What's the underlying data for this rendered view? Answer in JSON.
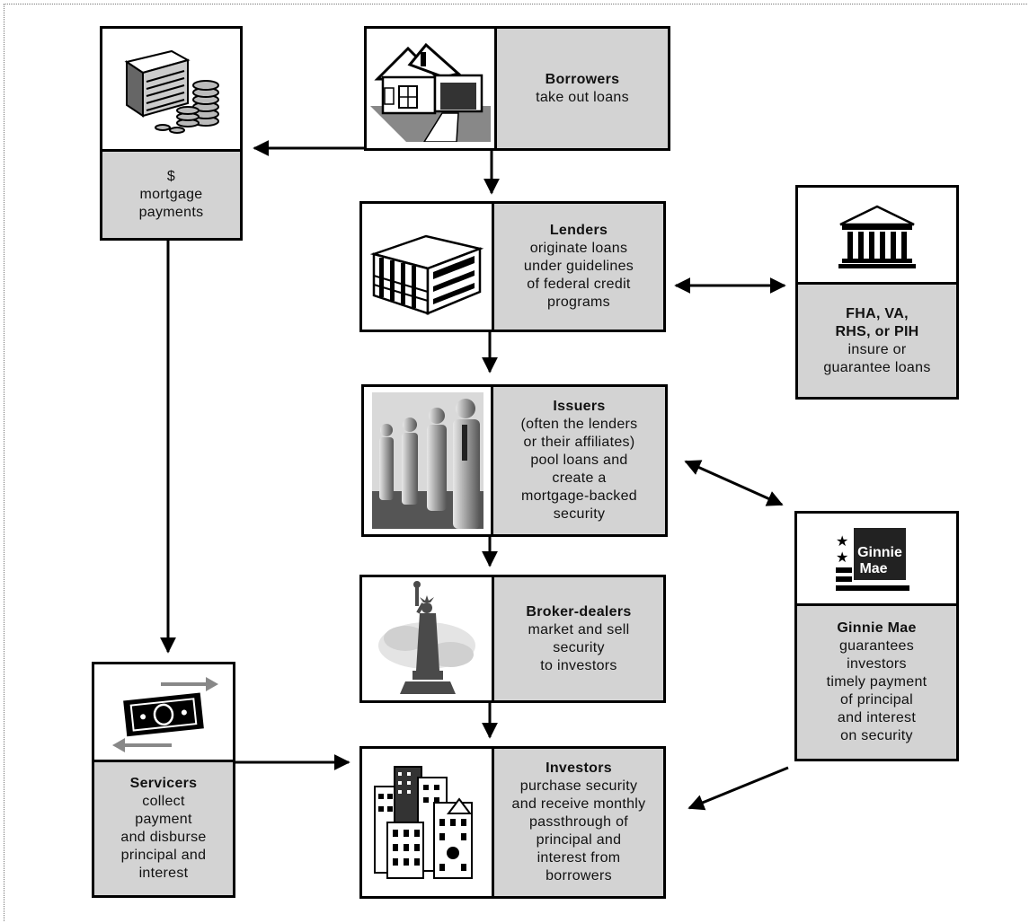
{
  "boxes": {
    "payments": {
      "lines": [
        "$",
        "mortgage",
        "payments"
      ]
    },
    "borrowers": {
      "title": "Borrowers",
      "lines": [
        "take out loans"
      ]
    },
    "lenders": {
      "title": "Lenders",
      "lines": [
        "originate loans",
        "under guidelines",
        "of federal credit",
        "programs"
      ]
    },
    "agencies": {
      "title_lines": [
        "FHA, VA,",
        "RHS, or PIH"
      ],
      "lines": [
        "insure or",
        "guarantee loans"
      ]
    },
    "issuers": {
      "title": "Issuers",
      "lines": [
        "(often the lenders",
        "or their affiliates)",
        "pool loans and",
        "create a",
        "mortgage-backed",
        "security"
      ]
    },
    "ginnie": {
      "logo_text": [
        "Ginnie",
        "Mae"
      ],
      "title": "Ginnie Mae",
      "lines": [
        "guarantees",
        "investors",
        "timely payment",
        "of principal",
        "and interest",
        "on security"
      ]
    },
    "brokers": {
      "title": "Broker-dealers",
      "lines": [
        "market and sell",
        "security",
        "to investors"
      ]
    },
    "servicers": {
      "title": "Servicers",
      "lines": [
        "collect",
        "payment",
        "and disburse",
        "principal and",
        "interest"
      ]
    },
    "investors": {
      "title": "Investors",
      "lines": [
        "purchase security",
        "and receive monthly",
        "passthrough of",
        "principal and",
        "interest from",
        "borrowers"
      ]
    }
  },
  "icons": {
    "payments": "money-stack-icon",
    "borrowers": "house-icon",
    "lenders": "office-building-icon",
    "agencies": "government-building-icon",
    "issuers": "business-people-icon",
    "ginnie": "ginnie-mae-logo",
    "brokers": "statue-of-liberty-icon",
    "servicers": "banknote-icon",
    "investors": "city-skyline-icon"
  },
  "colors": {
    "text_panel": "#d3d3d3",
    "border": "#000000"
  }
}
